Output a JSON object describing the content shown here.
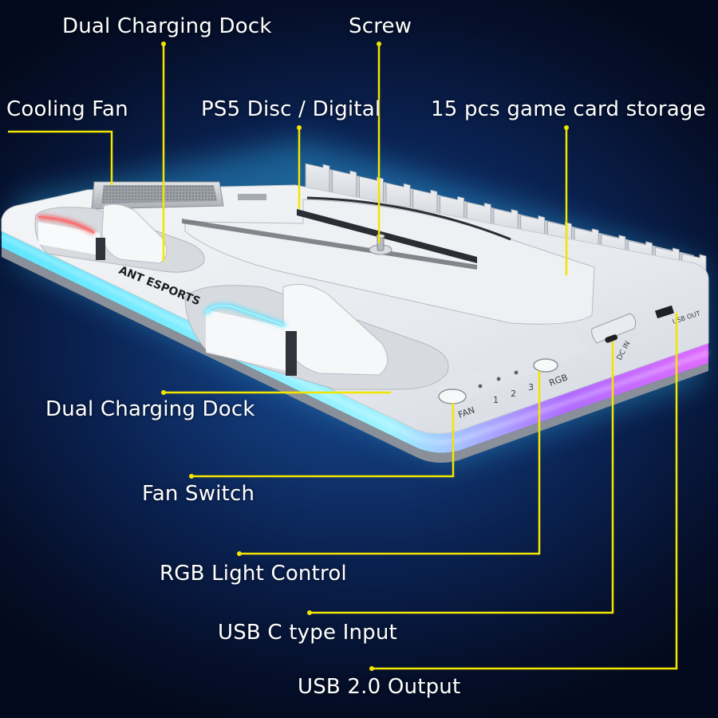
{
  "labels": {
    "dual_charging_dock_top": "Dual Charging Dock",
    "screw": "Screw",
    "cooling_fan": "Cooling Fan",
    "ps5_disc_digital": "PS5 Disc / Digital",
    "game_card_storage": "15 pcs game card storage",
    "dual_charging_dock_bottom": "Dual Charging Dock",
    "fan_switch": "Fan Switch",
    "rgb_light_control": "RGB Light Control",
    "usb_c_input": "USB C type Input",
    "usb_output": "USB 2.0 Output"
  },
  "device": {
    "brand": "ANT ESPORTS",
    "fan_button": "FAN",
    "rgb_button": "RGB",
    "led_1": "1",
    "led_2": "2",
    "led_3": "3",
    "dc_in": "DC IN",
    "usb_out": "USB OUT",
    "game_slots": 15
  },
  "colors": {
    "callout_line": "#f2e600",
    "label_text": "#ffffff",
    "glow": "#57e6ff",
    "rgb_edge": "#c35cff",
    "red_light": "#ff3b3b",
    "cyan_light": "#4fe3ff"
  }
}
